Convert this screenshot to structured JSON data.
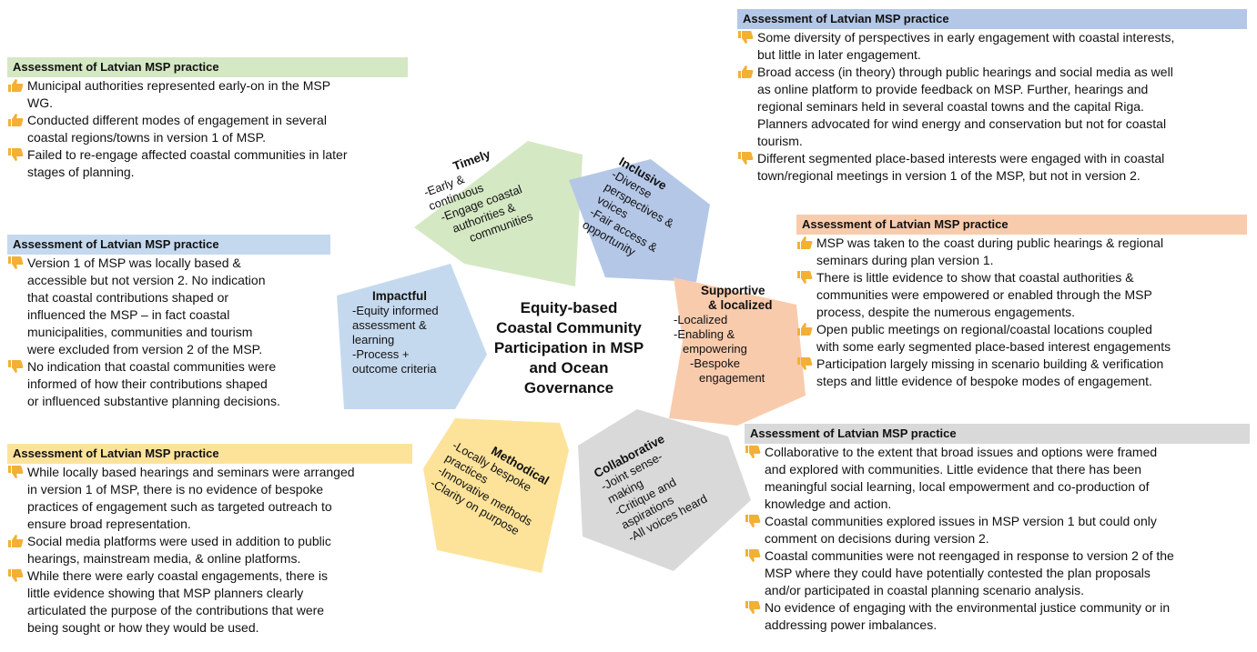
{
  "center_title": [
    "Equity-based",
    "Coastal Community",
    "Participation in MSP",
    "and Ocean",
    "Governance"
  ],
  "colors": {
    "green": "#d5e8c4",
    "blue_dark": "#b4c7e7",
    "light_blue": "#c5d9ee",
    "orange": "#f8cbad",
    "yellow": "#fde39a",
    "grey": "#d9d9d9",
    "thumb_up": "#f2b035",
    "thumb_down": "#f2b035"
  },
  "pentagons": {
    "timely": {
      "title": "Timely",
      "lines": [
        "-Early &",
        "continuous",
        "-Engage coastal",
        "authorities &",
        "communities"
      ]
    },
    "inclusive": {
      "title": "Inclusive",
      "lines": [
        "-Diverse",
        "perspectives &",
        "voices",
        "-Fair access &",
        "opportunity"
      ]
    },
    "impactful": {
      "title": "Impactful",
      "lines": [
        "-Equity informed",
        "assessment &",
        "learning",
        "-Process +",
        "outcome criteria"
      ]
    },
    "supportive": {
      "title": [
        "Supportive",
        "& localized"
      ],
      "lines": [
        "-Localized",
        "-Enabling &",
        "empowering",
        "-Bespoke",
        "engagement"
      ]
    },
    "methodical": {
      "title": "Methodical",
      "lines": [
        "-Locally bespoke",
        "practices",
        "-Innovative methods",
        "-Clarity on purpose"
      ]
    },
    "collaborative": {
      "title": "Collaborative",
      "lines": [
        "-Joint sense-",
        "making",
        "-Critique and",
        "aspirations",
        "-All voices heard"
      ]
    }
  },
  "panels": {
    "green": {
      "header": "Assessment of Latvian MSP practice",
      "items": [
        {
          "icon": "thumbs-up",
          "lines": [
            "Municipal authorities represented early-on in the MSP",
            "WG."
          ]
        },
        {
          "icon": "thumbs-up",
          "lines": [
            "Conducted different modes of engagement in several",
            "coastal regions/towns in version 1 of MSP."
          ]
        },
        {
          "icon": "thumbs-down",
          "lines": [
            "Failed to re-engage affected coastal communities in later",
            "stages of planning."
          ]
        }
      ]
    },
    "lightblue": {
      "header": "Assessment of Latvian MSP practice",
      "items": [
        {
          "icon": "thumbs-down",
          "lines": [
            "Version 1 of MSP was locally based &",
            "accessible but not version 2. No indication",
            "that coastal contributions shaped or",
            "influenced the MSP – in fact coastal",
            "municipalities, communities and tourism",
            "were excluded from version 2 of the MSP."
          ]
        },
        {
          "icon": "thumbs-down",
          "lines": [
            "No indication that coastal communities were",
            "informed of how their contributions shaped",
            "or influenced substantive planning decisions."
          ]
        }
      ]
    },
    "yellow": {
      "header": "Assessment of Latvian MSP practice",
      "items": [
        {
          "icon": "thumbs-down",
          "lines": [
            "While locally based hearings and seminars were arranged",
            "in version 1 of MSP, there is no evidence of bespoke",
            "practices of engagement such as targeted outreach to",
            "ensure broad representation."
          ]
        },
        {
          "icon": "thumbs-up",
          "lines": [
            "Social media platforms were used in addition to public",
            "hearings, mainstream media, & online platforms."
          ]
        },
        {
          "icon": "thumbs-down",
          "lines": [
            "While there were early coastal engagements, there is",
            "little evidence showing that MSP planners clearly",
            "articulated the purpose of the contributions that were",
            "being sought or how they would be used."
          ]
        }
      ]
    },
    "blue": {
      "header": "Assessment of Latvian MSP practice",
      "items": [
        {
          "icon": "thumbs-down",
          "lines": [
            "Some diversity of perspectives in early engagement with coastal interests,",
            "but little in later engagement."
          ]
        },
        {
          "icon": "thumbs-up",
          "lines": [
            "Broad access (in theory) through public hearings and social media as well",
            "as online platform to provide feedback on MSP. Further, hearings and",
            "regional seminars held in several coastal towns and the capital Riga.",
            "Planners advocated for wind energy and conservation but not for coastal",
            "tourism."
          ]
        },
        {
          "icon": "thumbs-down",
          "lines": [
            "Different segmented place-based interests were engaged with in coastal",
            "town/regional meetings in version 1 of the MSP, but not in version 2."
          ]
        }
      ]
    },
    "orange": {
      "header": "Assessment of Latvian MSP practice",
      "items": [
        {
          "icon": "thumbs-up",
          "lines": [
            "MSP was taken to the coast during public hearings & regional",
            "seminars during plan version 1."
          ]
        },
        {
          "icon": "thumbs-down",
          "lines": [
            "There is little evidence to show that coastal authorities &",
            "communities were empowered or enabled through the MSP",
            "process, despite the numerous engagements."
          ]
        },
        {
          "icon": "thumbs-up",
          "lines": [
            "Open public meetings on regional/coastal locations coupled",
            "with some early segmented place-based interest engagements"
          ]
        },
        {
          "icon": "thumbs-down",
          "lines": [
            "Participation largely missing in scenario building & verification",
            "steps and little evidence of bespoke modes of engagement."
          ]
        }
      ]
    },
    "grey": {
      "header": "Assessment of Latvian MSP practice",
      "items": [
        {
          "icon": "thumbs-down",
          "lines": [
            "Collaborative to the extent that broad issues and options were framed",
            "and explored with communities. Little evidence that there has been",
            "meaningful social learning, local empowerment and co-production of",
            "knowledge and action."
          ]
        },
        {
          "icon": "thumbs-down",
          "lines": [
            "Coastal communities explored issues in MSP version 1 but could only",
            "comment on decisions during version 2."
          ]
        },
        {
          "icon": "thumbs-down",
          "lines": [
            "Coastal communities were not reengaged in response to version 2 of the",
            "MSP where they could have potentially contested the plan proposals",
            "and/or participated in coastal planning scenario analysis."
          ]
        },
        {
          "icon": "thumbs-down",
          "lines": [
            "No evidence of engaging with the environmental justice community or in",
            "addressing power imbalances."
          ]
        }
      ]
    }
  }
}
